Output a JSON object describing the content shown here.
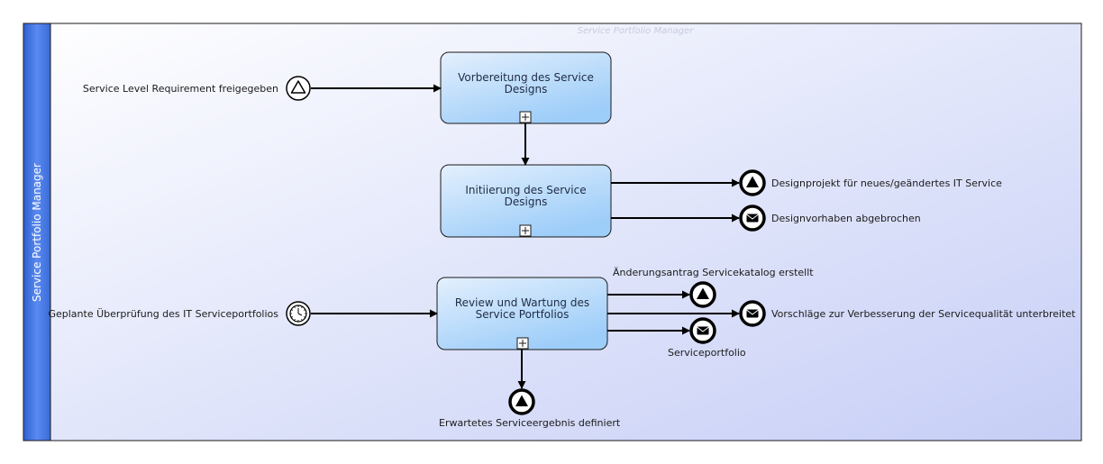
{
  "pool": {
    "title": "Service Portfolio Manager",
    "lane_caption": "Service Portfolio Manager",
    "band_color": "#4a7be4",
    "lane_gradient_start": "#ffffff",
    "lane_gradient_end": "#c6cef6"
  },
  "tasks": [
    {
      "label": "Vorbereitung des Service Designs",
      "marker": "subprocess-plus"
    },
    {
      "label": "Initiierung des Service Designs",
      "marker": "subprocess-plus"
    },
    {
      "label": "Review und Wartung des Service Portfolios",
      "marker": "subprocess-plus"
    }
  ],
  "start_events": [
    {
      "label": "Service Level Requirement freigegeben",
      "icon": "signal-triangle-icon"
    },
    {
      "label": "Geplante Überprüfung des IT Serviceportfolios",
      "icon": "timer-clock-icon"
    }
  ],
  "end_events": [
    {
      "label": "Designprojekt für neues/geändertes IT Service",
      "icon": "signal-end-icon"
    },
    {
      "label": "Designvorhaben abgebrochen",
      "icon": "message-end-icon"
    },
    {
      "label": "Änderungsantrag Servicekatalog erstellt",
      "icon": "signal-end-icon"
    },
    {
      "label": "Vorschläge zur Verbesserung der Servicequalität unterbreitet",
      "icon": "message-end-icon"
    },
    {
      "label": "Serviceportfolio",
      "icon": "message-end-icon"
    },
    {
      "label": "Erwartetes Serviceergebnis definiert",
      "icon": "signal-end-icon"
    }
  ],
  "colors": {
    "task_top": "#e4f0fd",
    "task_bottom": "#9dcdf9",
    "stroke": "#000000"
  }
}
